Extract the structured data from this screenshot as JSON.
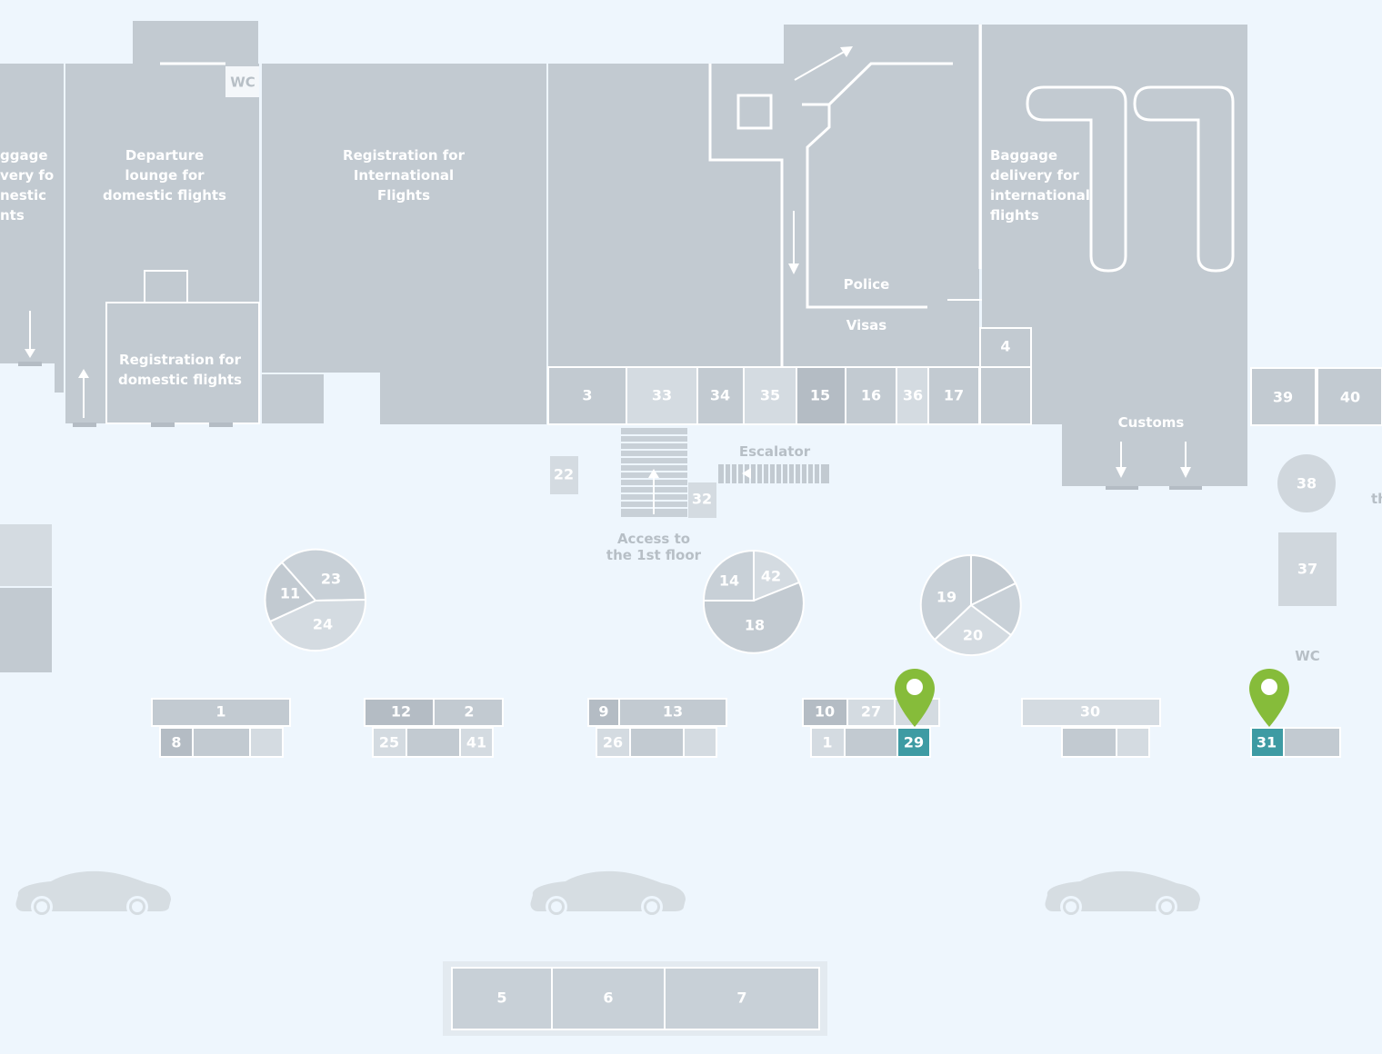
{
  "colors": {
    "background": "#eef6fd",
    "block": "#c2cad1",
    "block_light": "#d4dbe1",
    "block_dark": "#b4bcc4",
    "line": "#ffffff",
    "marker": "#86bc3a",
    "highlight": "#3e9ba3",
    "car": "#d6dde2"
  },
  "areas": {
    "baggage_domestic": [
      "ggage",
      "very for",
      "nestic",
      "nts"
    ],
    "departure_lounge": [
      "Departure",
      "lounge for",
      "domestic flights"
    ],
    "wc_top": "WC",
    "registration_international": [
      "Registration for",
      "International",
      "Flights"
    ],
    "registration_domestic": [
      "Registration for",
      "domestic flights"
    ],
    "police": "Police",
    "visas": "Visas",
    "baggage_international": [
      "Baggage",
      "delivery for",
      "international",
      "flights"
    ],
    "customs": "Customs",
    "escalator": "Escalator",
    "access": [
      "Access to",
      "the 1st floor"
    ],
    "wc_right": "WC",
    "edge_text": "th"
  },
  "rooms": {
    "r3": "3",
    "r33": "33",
    "r34": "34",
    "r35": "35",
    "r15": "15",
    "r16": "16",
    "r36": "36",
    "r17": "17",
    "r4": "4",
    "r39": "39",
    "r40": "40",
    "r22": "22",
    "r32": "32",
    "r38": "38",
    "r37": "37"
  },
  "pies": {
    "a": [
      "11",
      "23",
      "24"
    ],
    "b": [
      "14",
      "42",
      "18"
    ],
    "c": [
      "19",
      "20"
    ]
  },
  "counters": {
    "g1": {
      "top": [
        "1"
      ],
      "bottom": [
        "8"
      ]
    },
    "g2": {
      "top": [
        "12",
        "2"
      ],
      "bottom": [
        "25",
        "41"
      ]
    },
    "g3": {
      "top": [
        "9",
        "13"
      ],
      "bottom": [
        "26"
      ]
    },
    "g4": {
      "top": [
        "10",
        "27"
      ],
      "bottom": [
        "1",
        "29"
      ]
    },
    "g5": {
      "top": [
        "30"
      ]
    },
    "g6": {
      "bottom": [
        "31"
      ]
    }
  },
  "parking": [
    "5",
    "6",
    "7"
  ],
  "markers": [
    {
      "icon": "map-pin-icon",
      "target": "29"
    },
    {
      "icon": "map-pin-icon",
      "target": "31"
    }
  ]
}
